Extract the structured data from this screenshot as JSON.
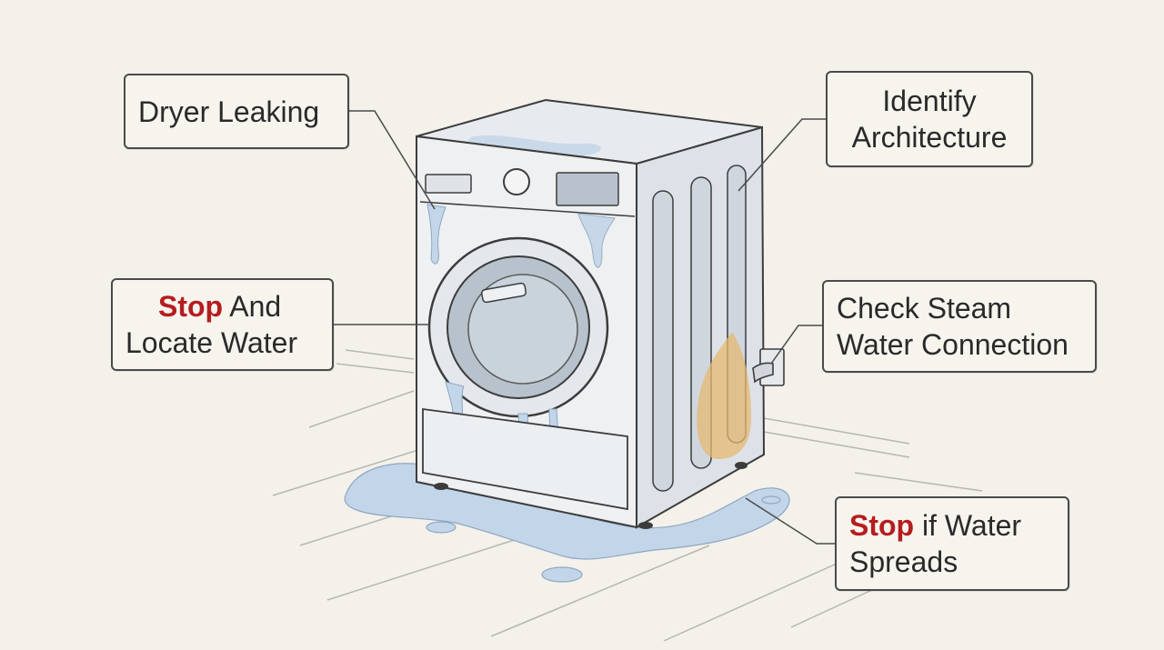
{
  "labels": {
    "dryer_leaking": "Dryer Leaking",
    "identify_architecture": [
      "Identify",
      "Architecture"
    ],
    "stop_locate": {
      "stop": "Stop",
      "rest": " And",
      "line2": "Locate Water"
    },
    "check_steam": [
      "Check Steam",
      "Water Connection"
    ],
    "stop_spreads": {
      "stop": "Stop",
      "rest": " if Water",
      "line2": "Spreads"
    }
  },
  "colors": {
    "background": "#f4f1ea",
    "stop_text": "#b51d1f",
    "water": "#b9cde3",
    "rust": "#e3b066",
    "outline": "#3c3c3c"
  },
  "icons": [
    "washer-dryer-illustration",
    "water-puddle",
    "steam-hose-icon"
  ]
}
